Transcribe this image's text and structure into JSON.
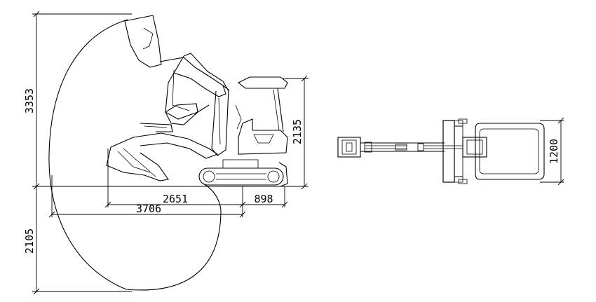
{
  "dimensions": {
    "max_reach_height": "3353",
    "max_dig_depth": "2105",
    "overall_height": "2135",
    "dig_reach_at_ground": "2651",
    "max_reach": "3706",
    "tail_length": "898",
    "track_width": "1200"
  },
  "colors": {
    "line": "#000000",
    "background": "#ffffff"
  }
}
